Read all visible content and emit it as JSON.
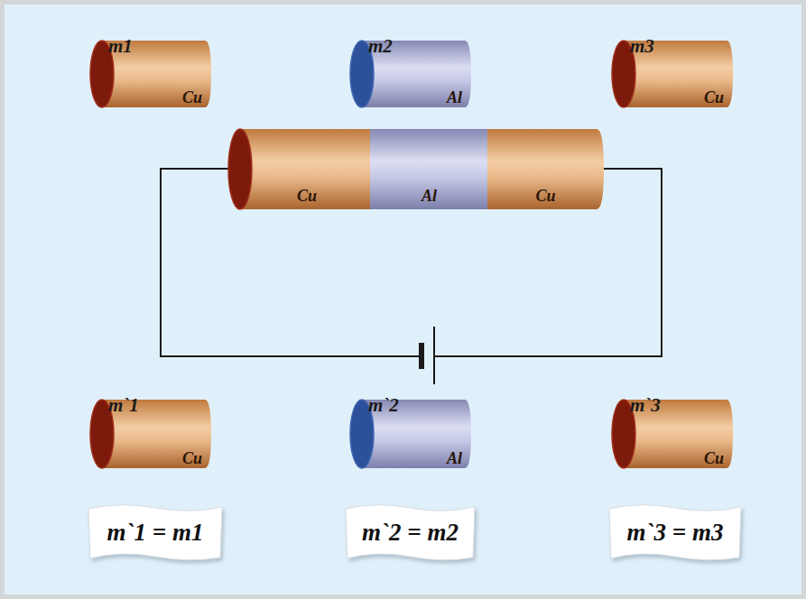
{
  "diagram": {
    "nodes": [
      {
        "text": [
          "m1",
          "Cu"
        ]
      },
      {
        "text": [
          "m2",
          "Al"
        ]
      },
      {
        "text": [
          "m3",
          "Cu"
        ]
      },
      {
        "text": [
          "Cu"
        ]
      },
      {
        "text": [
          "Al"
        ]
      },
      {
        "text": [
          "Cu"
        ]
      },
      {
        "text": [
          "m`1",
          "Cu"
        ]
      },
      {
        "text": [
          "m`2",
          "Al"
        ]
      },
      {
        "text": [
          "m`3",
          "Cu"
        ]
      },
      {
        "text": [
          "m`1 = m1"
        ]
      },
      {
        "text": [
          "m`2 = m2"
        ]
      },
      {
        "text": [
          "m`3 = m3"
        ]
      }
    ]
  }
}
